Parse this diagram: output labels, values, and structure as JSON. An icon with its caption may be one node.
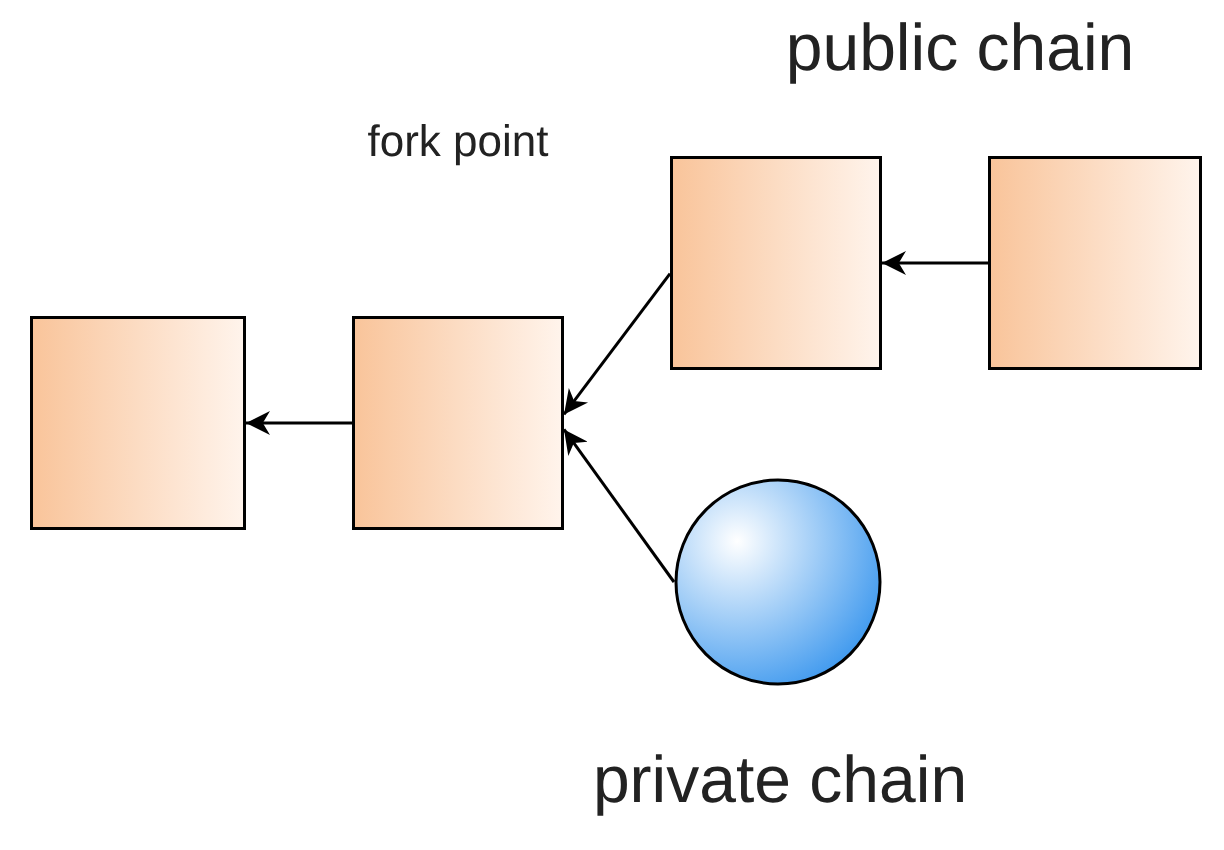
{
  "diagram": {
    "nodes": [
      {
        "text": [],
        "shape": "box"
      },
      {
        "text": [],
        "shape": "box",
        "beside": [
          "fork point"
        ]
      },
      {
        "text": [],
        "shape": "box"
      },
      {
        "text": [],
        "shape": "box"
      },
      {
        "text": [],
        "shape": "circle",
        "beside": [
          "private chain"
        ]
      }
    ],
    "edges": [
      {
        "from": 3,
        "to": 2,
        "arrow": "to"
      },
      {
        "from": 2,
        "to": 1,
        "arrow": "to"
      },
      {
        "from": 4,
        "to": 1,
        "arrow": "to"
      },
      {
        "from": 1,
        "to": 0,
        "arrow": "to"
      }
    ],
    "labels": [
      "public chain"
    ]
  }
}
